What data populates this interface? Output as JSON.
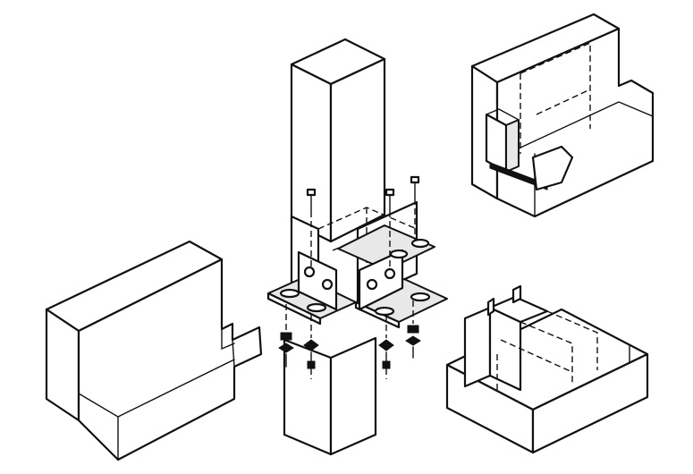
{
  "figure": {
    "components": [
      "square-post",
      "steel-corner-brackets",
      "bolts",
      "washers",
      "nuts",
      "left-beam-block",
      "right-top-beam-block",
      "right-bottom-beam-block"
    ]
  }
}
